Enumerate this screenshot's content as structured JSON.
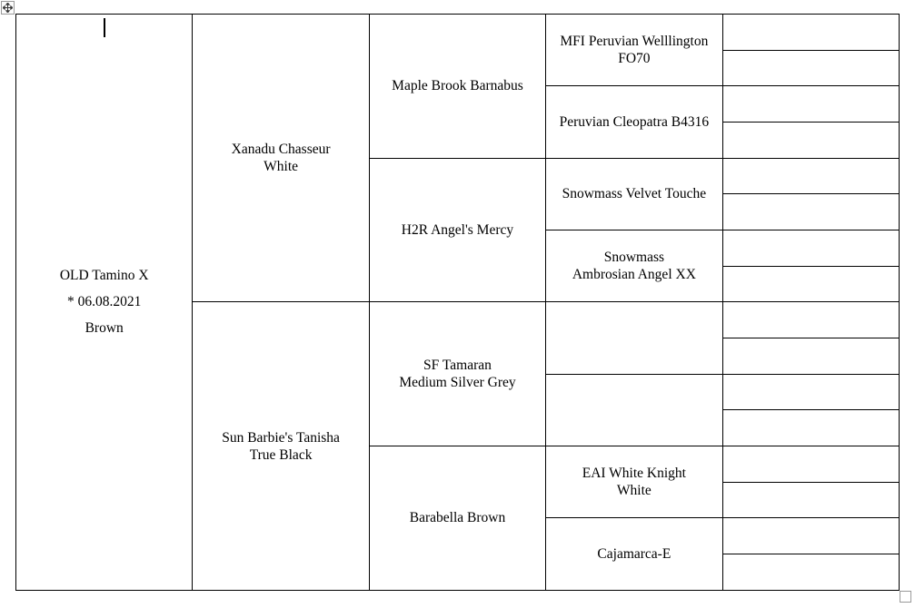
{
  "document": {
    "background_color": "#ffffff",
    "table_border_color": "#000000",
    "handle_border_color": "#9a9a9a"
  },
  "pedigree": {
    "subject": {
      "name": "OLD Tamino X",
      "birth_date": "* 06.08.2021",
      "color": "Brown"
    },
    "gen2": [
      {
        "lines": [
          "Xanadu Chasseur",
          "White"
        ]
      },
      {
        "lines": [
          "Sun Barbie's Tanisha",
          "True Black"
        ]
      }
    ],
    "gen3": [
      {
        "lines": [
          "Maple Brook Barnabus"
        ]
      },
      {
        "lines": [
          "H2R Angel's Mercy"
        ]
      },
      {
        "lines": [
          "SF Tamaran",
          "Medium Silver Grey"
        ]
      },
      {
        "lines": [
          "Barabella Brown"
        ]
      }
    ],
    "gen4": [
      {
        "lines": [
          "MFI Peruvian Welllington",
          "FO70"
        ]
      },
      {
        "lines": [
          "Peruvian Cleopatra B4316"
        ]
      },
      {
        "lines": [
          "Snowmass Velvet Touche"
        ]
      },
      {
        "lines": [
          "Snowmass",
          "Ambrosian Angel XX"
        ]
      },
      {
        "lines": []
      },
      {
        "lines": []
      },
      {
        "lines": [
          "EAI White Knight",
          "White"
        ]
      },
      {
        "lines": [
          "Cajamarca-E"
        ]
      }
    ],
    "gen5_empty_cells": 16
  }
}
